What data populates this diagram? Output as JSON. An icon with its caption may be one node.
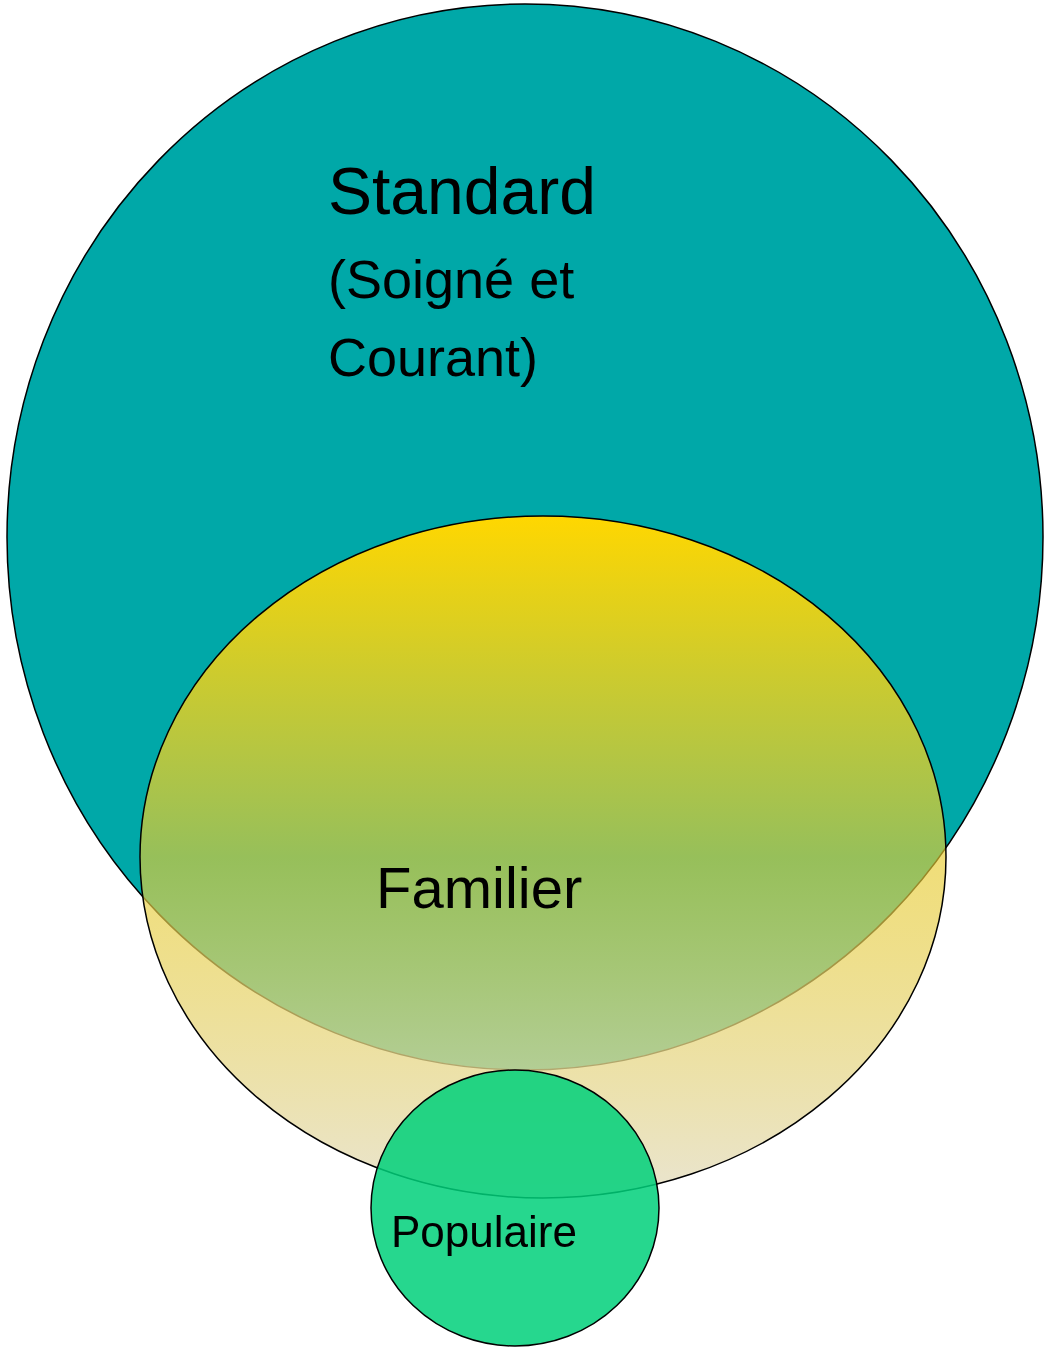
{
  "diagram": {
    "nodes": [
      {
        "text": [
          "Standard",
          "(Soigné et Courant)"
        ]
      },
      {
        "text": [
          "Familier"
        ]
      },
      {
        "text": [
          "Populaire"
        ]
      }
    ]
  }
}
